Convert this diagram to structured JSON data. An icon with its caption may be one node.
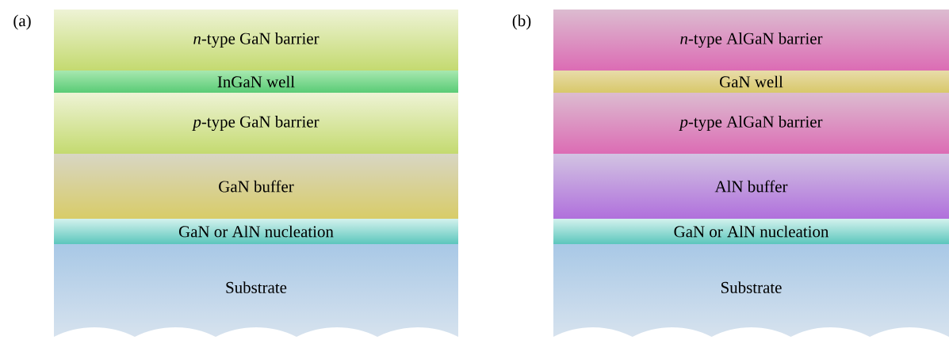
{
  "diagram": {
    "nodes": [
      {
        "text": [
          "*n*-type GaN barrier"
        ]
      },
      {
        "text": [
          "InGaN well"
        ]
      },
      {
        "text": [
          "*p*-type GaN barrier"
        ]
      },
      {
        "text": [
          "GaN buffer"
        ]
      },
      {
        "text": [
          "GaN or AlN nucleation"
        ]
      },
      {
        "text": [
          "Substrate"
        ]
      },
      {
        "text": [
          "*n*-type AlGaN barrier"
        ]
      },
      {
        "text": [
          "GaN well"
        ]
      },
      {
        "text": [
          "*p*-type AlGaN barrier"
        ]
      },
      {
        "text": [
          "AlN buffer"
        ]
      },
      {
        "text": [
          "GaN or AlN nucleation"
        ]
      },
      {
        "text": [
          "Substrate"
        ]
      }
    ],
    "labels": [
      "(a)",
      "(b)"
    ]
  }
}
